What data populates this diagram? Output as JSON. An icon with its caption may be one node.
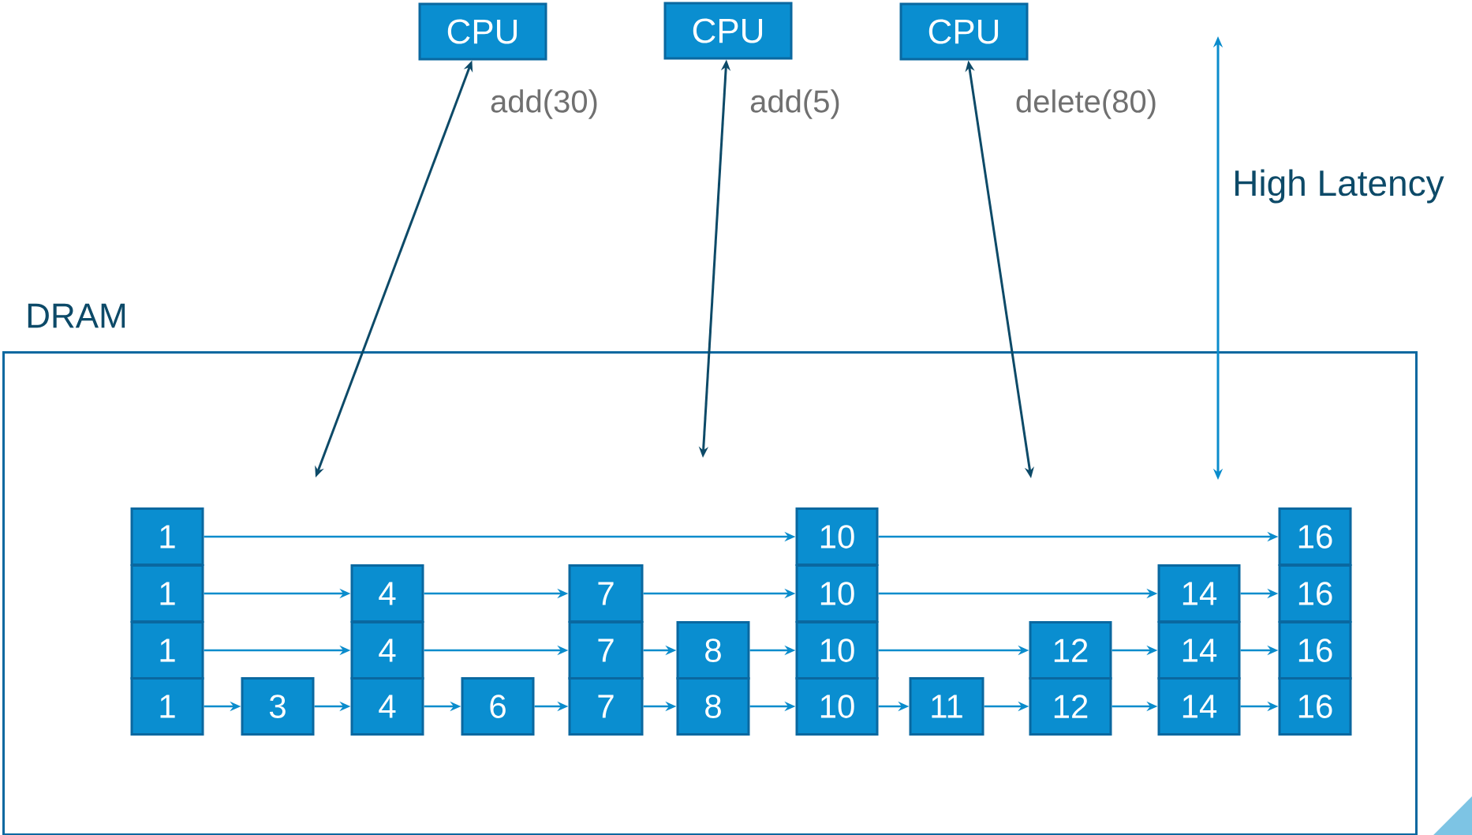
{
  "diagram": {
    "nodes": [
      {
        "text": [
          "CPU"
        ]
      },
      {
        "text": [
          "CPU"
        ]
      },
      {
        "text": [
          "CPU"
        ]
      },
      {
        "text": [
          "DRAM"
        ]
      },
      {
        "text": [
          "1"
        ],
        "in": 3
      },
      {
        "text": [
          "10"
        ],
        "in": 3
      },
      {
        "text": [
          "16"
        ],
        "in": 3
      },
      {
        "text": [
          "1"
        ],
        "in": 3
      },
      {
        "text": [
          "4"
        ],
        "in": 3
      },
      {
        "text": [
          "7"
        ],
        "in": 3
      },
      {
        "text": [
          "10"
        ],
        "in": 3
      },
      {
        "text": [
          "14"
        ],
        "in": 3
      },
      {
        "text": [
          "16"
        ],
        "in": 3
      },
      {
        "text": [
          "1"
        ],
        "in": 3
      },
      {
        "text": [
          "4"
        ],
        "in": 3
      },
      {
        "text": [
          "7"
        ],
        "in": 3
      },
      {
        "text": [
          "8"
        ],
        "in": 3
      },
      {
        "text": [
          "10"
        ],
        "in": 3
      },
      {
        "text": [
          "12"
        ],
        "in": 3
      },
      {
        "text": [
          "14"
        ],
        "in": 3
      },
      {
        "text": [
          "16"
        ],
        "in": 3
      },
      {
        "text": [
          "1"
        ],
        "in": 3
      },
      {
        "text": [
          "3"
        ],
        "in": 3
      },
      {
        "text": [
          "4"
        ],
        "in": 3
      },
      {
        "text": [
          "6"
        ],
        "in": 3
      },
      {
        "text": [
          "7"
        ],
        "in": 3
      },
      {
        "text": [
          "8"
        ],
        "in": 3
      },
      {
        "text": [
          "10"
        ],
        "in": 3
      },
      {
        "text": [
          "11"
        ],
        "in": 3
      },
      {
        "text": [
          "12"
        ],
        "in": 3
      },
      {
        "text": [
          "14"
        ],
        "in": 3
      },
      {
        "text": [
          "16"
        ],
        "in": 3
      }
    ],
    "edges": [
      {
        "from": 0,
        "to": null,
        "arrow": "both",
        "label": "add(30)",
        "color": "#0d4a68"
      },
      {
        "from": 1,
        "to": null,
        "arrow": "both",
        "label": "add(5)",
        "color": "#0d4a68"
      },
      {
        "from": 2,
        "to": null,
        "arrow": "both",
        "label": "delete(80)",
        "color": "#0d4a68"
      },
      {
        "from": 4,
        "to": 5,
        "arrow": "to"
      },
      {
        "from": 5,
        "to": 6,
        "arrow": "to"
      },
      {
        "from": 7,
        "to": 8,
        "arrow": "to"
      },
      {
        "from": 8,
        "to": 9,
        "arrow": "to"
      },
      {
        "from": 9,
        "to": 10,
        "arrow": "to"
      },
      {
        "from": 10,
        "to": 11,
        "arrow": "to"
      },
      {
        "from": 11,
        "to": 12,
        "arrow": "to"
      },
      {
        "from": 13,
        "to": 14,
        "arrow": "to"
      },
      {
        "from": 14,
        "to": 15,
        "arrow": "to"
      },
      {
        "from": 15,
        "to": 16,
        "arrow": "to"
      },
      {
        "from": 16,
        "to": 17,
        "arrow": "to"
      },
      {
        "from": 17,
        "to": 18,
        "arrow": "to"
      },
      {
        "from": 18,
        "to": 19,
        "arrow": "to"
      },
      {
        "from": 19,
        "to": 20,
        "arrow": "to"
      },
      {
        "from": 21,
        "to": 22,
        "arrow": "to"
      },
      {
        "from": 22,
        "to": 23,
        "arrow": "to"
      },
      {
        "from": 23,
        "to": 24,
        "arrow": "to"
      },
      {
        "from": 24,
        "to": 25,
        "arrow": "to"
      },
      {
        "from": 25,
        "to": 26,
        "arrow": "to"
      },
      {
        "from": 26,
        "to": 27,
        "arrow": "to"
      },
      {
        "from": 27,
        "to": 28,
        "arrow": "to"
      },
      {
        "from": 28,
        "to": 29,
        "arrow": "to"
      },
      {
        "from": 29,
        "to": 30,
        "arrow": "to"
      },
      {
        "from": 30,
        "to": 31,
        "arrow": "to"
      }
    ],
    "labels": [
      "High Latency"
    ]
  }
}
